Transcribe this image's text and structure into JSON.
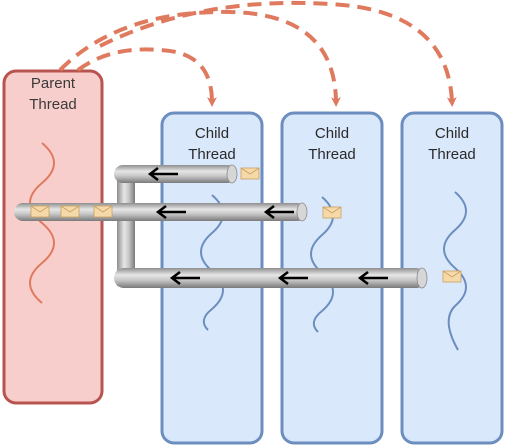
{
  "diagram": {
    "parent": {
      "label_line1": "Parent",
      "label_line2": "Thread",
      "fill": "#f8cecc",
      "stroke": "#b85450"
    },
    "children": [
      {
        "label_line1": "Child",
        "label_line2": "Thread"
      },
      {
        "label_line1": "Child",
        "label_line2": "Thread"
      },
      {
        "label_line1": "Child",
        "label_line2": "Thread"
      }
    ],
    "child_style": {
      "fill": "#dae8fc",
      "stroke": "#6c8ebf"
    },
    "spawn_arrow_color": "#e07a5f",
    "pipe_color": "#b5b5b5",
    "envelope_color": "#f5d9a8",
    "icons": [
      "envelope-icon",
      "arrow-left-icon",
      "wave-icon"
    ]
  }
}
